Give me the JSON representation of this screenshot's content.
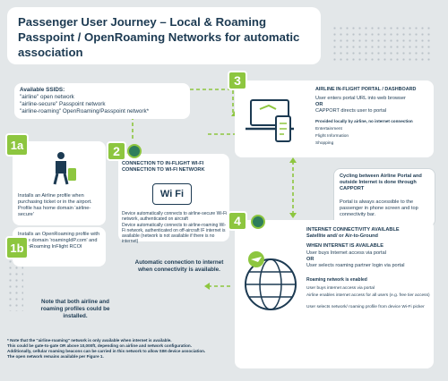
{
  "title": "Passenger User Journey – Local & Roaming Passpoint / OpenRoaming Networks for automatic association",
  "ssids": {
    "heading": "Available SSIDS:",
    "items": [
      "\"airline\" open network",
      "\"airline-secure\" Passpoint network",
      "\"airline-roaming\" OpenRoaming/Passpoint network*"
    ]
  },
  "step1a": {
    "num": "1a",
    "text": "Installs an Airline profile when purchasing ticket or in the airport. Profile has home domain 'airline-secure'"
  },
  "step1b": {
    "num": "1b",
    "text": "Installs an OpenRoaming profile with home domain 'roamingIdP.com' and OpenRoaming InFlight RCOI"
  },
  "note_both": "Note that both airline and roaming profiles could be installed.",
  "step2": {
    "num": "2",
    "heading1": "CONNECTION TO IN-FLIGHT WI-FI",
    "heading2": "CONNECTION TO WI-FI NETWORK",
    "wifi_label": "Wi Fi",
    "p1": "Device automatically connects to airline-secure Wi-Fi network, authenticated on aircraft",
    "p2": "Device automatically connects to airline-roaming Wi-Fi network, authenticated on off-aircraft IF internet is available (network is not available if there is no internet)"
  },
  "step3": {
    "num": "3",
    "heading": "AIRLINE IN-FLIGHT PORTAL / DASHBOARD",
    "line1": "User enters portal URL into web browser",
    "or": "OR",
    "line2": "CAPPORT directs user to portal",
    "provided": "Provided locally by airline, no internet connection",
    "list": [
      "Entertainment",
      "Flight Information",
      "Shopping"
    ]
  },
  "cycling": {
    "heading": "Cycling between Airline Portal and outside Internet is done through CAPPORT",
    "body": "Portal is always accessible to the passenger in phone screen and top connectivity bar."
  },
  "step4": {
    "num": "4",
    "heading": "INTERNET CONNECTIVITY AVAILABLE",
    "sub": "Satellite and/ or Air-to-Ground",
    "when": "WHEN INTERNET IS AVAILABLE",
    "l1": "User buys Internet access via portal",
    "or": "OR",
    "l2": "User selects roaming partner login via portal",
    "roam": "Roaming network is enabled",
    "r1": "User buys internet access via portal",
    "r2": "Airline enables internet access for all users (e.g. free tier access)",
    "r3": "User selects network/ roaming profile from device Wi-Fi picker"
  },
  "auto_connect": "Automatic connection to internet when connectivity is available.",
  "footnote": {
    "l1": "* Note that the \"airline-roaming\" network is only available when internet is available.",
    "l2": "This could be gate-to-gate OR above 10,000ft, depending on airline and network configuration.",
    "l3": "Additionally, cellular roaming beacons can be carried in this network to allow SIM device association.",
    "l4": "The open network remains available per Figure 1."
  },
  "colors": {
    "navy": "#1c3a52",
    "green": "#8dc63f",
    "background": "#e3e7e9"
  }
}
